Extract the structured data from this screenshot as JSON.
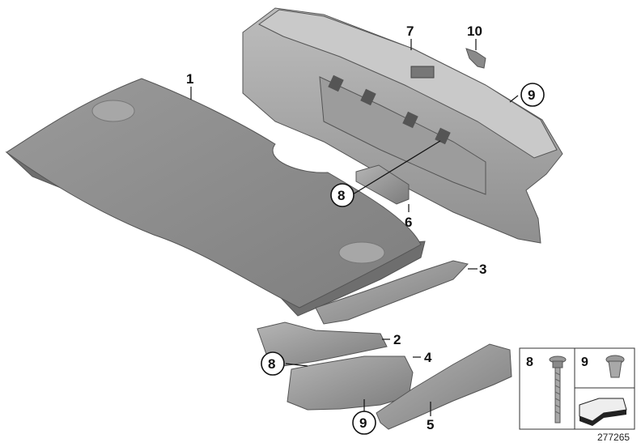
{
  "callouts": {
    "c1": "1",
    "c2": "2",
    "c3": "3",
    "c4": "4",
    "c5": "5",
    "c6": "6",
    "c7": "7",
    "c8a": "8",
    "c8b": "8",
    "c9a": "9",
    "c9b": "9",
    "c10": "10"
  },
  "legend": {
    "screw_label": "8",
    "clip_label": "9"
  },
  "reference_number": "277265"
}
